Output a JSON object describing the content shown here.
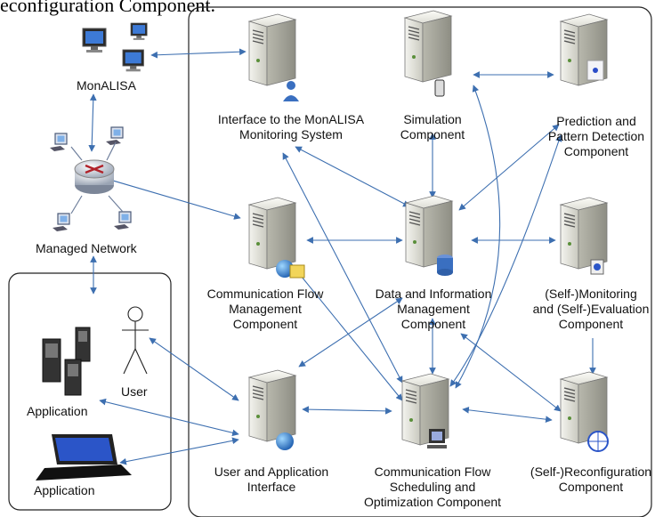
{
  "caption_top": "econfiguration Component.",
  "external": {
    "monalisa": "MonALISA",
    "managed_network": "Managed Network",
    "user": "User",
    "application_1": "Application",
    "application_2": "Application"
  },
  "components": {
    "interface_monalisa": [
      "Interface to the MonALISA",
      "Monitoring System"
    ],
    "simulation": [
      "Simulation",
      "Component"
    ],
    "prediction": [
      "Prediction and",
      "Pattern Detection",
      "Component"
    ],
    "comm_flow_mgmt": [
      "Communication Flow",
      "Management",
      "Component"
    ],
    "data_info": [
      "Data and Information",
      "Management",
      "Component"
    ],
    "self_monitoring": [
      "(Self-)Monitoring",
      "and (Self-)Evaluation",
      "Component"
    ],
    "user_app_interface": [
      "User and Application",
      "Interface"
    ],
    "comm_flow_sched": [
      "Communication Flow",
      "Scheduling and",
      "Optimization Component"
    ],
    "self_reconfig": [
      "(Self-)Reconfiguration",
      "Component"
    ]
  }
}
